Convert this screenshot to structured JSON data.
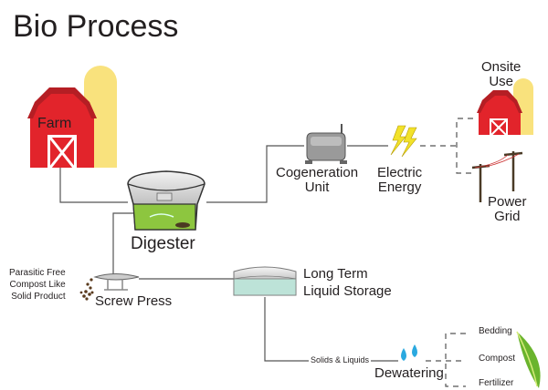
{
  "title": "Bio Process",
  "nodes": {
    "farm": "Farm",
    "digester": "Digester",
    "cogeneration": [
      "Cogeneration",
      "Unit"
    ],
    "electric_energy": [
      "Electric",
      "Energy"
    ],
    "onsite_use": [
      "Onsite",
      "Use"
    ],
    "power_grid": [
      "Power",
      "Grid"
    ],
    "screw_press": "Screw Press",
    "compost_product": [
      "Parasitic Free",
      "Compost Like",
      "Solid Product"
    ],
    "liquid_storage": [
      "Long Term",
      "Liquid Storage"
    ],
    "solids_liquids": "Solids & Liquids",
    "dewatering": "Dewatering",
    "outputs": [
      "Bedding",
      "Compost",
      "Fertilizer"
    ]
  },
  "colors": {
    "barn_red": "#e2242b",
    "silo_yellow": "#f9e27d",
    "digester_green": "#8dc63f",
    "storage_teal": "#bde3d8",
    "bolt_yellow": "#f2e22a",
    "water_blue": "#2aa9e0",
    "leaf_green": "#6ab42d",
    "line_gray": "#555555"
  }
}
